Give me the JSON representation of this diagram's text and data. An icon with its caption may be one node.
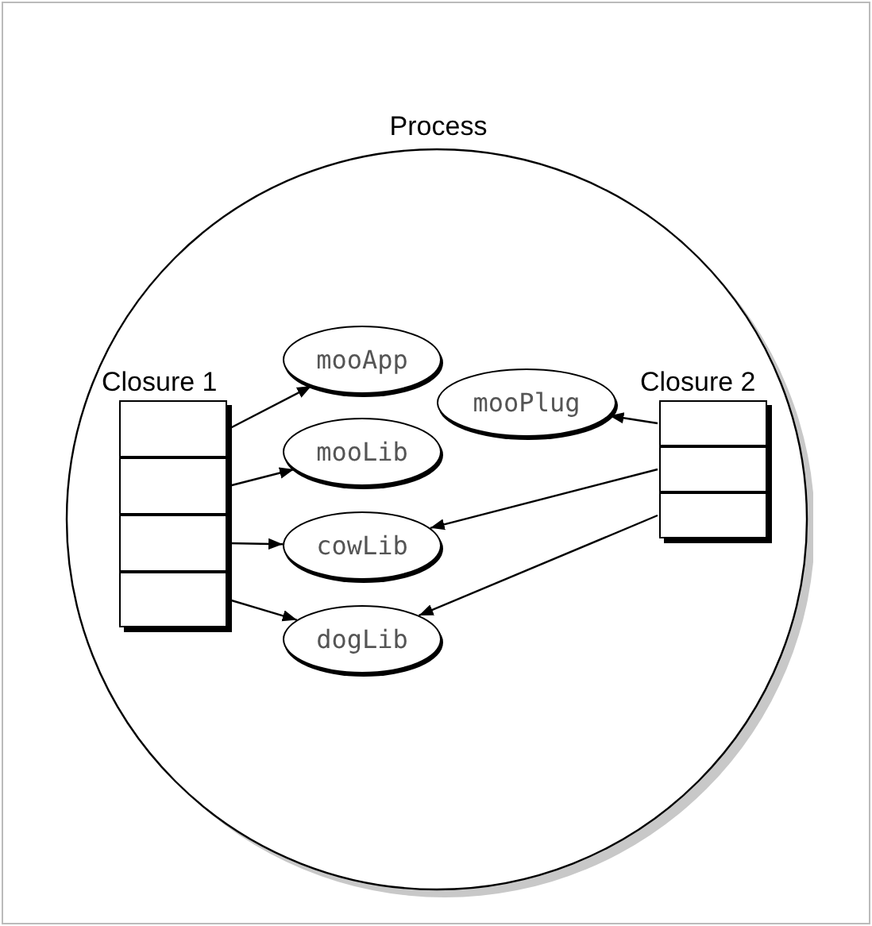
{
  "diagram": {
    "nodes": [
      {
        "text": [
          "Process"
        ]
      },
      {
        "text": [
          "Closure 1"
        ],
        "in": 0
      },
      {
        "text": [],
        "shape": "box",
        "in": 1
      },
      {
        "text": [],
        "shape": "box",
        "in": 1
      },
      {
        "text": [],
        "shape": "box",
        "in": 1
      },
      {
        "text": [],
        "shape": "box",
        "in": 1
      },
      {
        "text": [
          "mooApp"
        ],
        "in": 0
      },
      {
        "text": [
          "mooLib"
        ],
        "in": 0
      },
      {
        "text": [
          "cowLib"
        ],
        "in": 0
      },
      {
        "text": [
          "dogLib"
        ],
        "in": 0
      },
      {
        "text": [
          "mooPlug"
        ],
        "in": 0
      },
      {
        "text": [
          "Closure 2"
        ],
        "in": 0
      },
      {
        "text": [],
        "shape": "box",
        "in": 11
      },
      {
        "text": [],
        "shape": "box",
        "in": 11
      },
      {
        "text": [],
        "shape": "box",
        "in": 11
      }
    ],
    "edges": [
      {
        "from": 2,
        "to": 6,
        "arrow": "to"
      },
      {
        "from": 3,
        "to": 7,
        "arrow": "to"
      },
      {
        "from": 4,
        "to": 8,
        "arrow": "to"
      },
      {
        "from": 5,
        "to": 9,
        "arrow": "to"
      },
      {
        "from": 12,
        "to": 10,
        "arrow": "to"
      },
      {
        "from": 13,
        "to": 8,
        "arrow": "to"
      },
      {
        "from": 14,
        "to": 9,
        "arrow": "to"
      }
    ]
  }
}
